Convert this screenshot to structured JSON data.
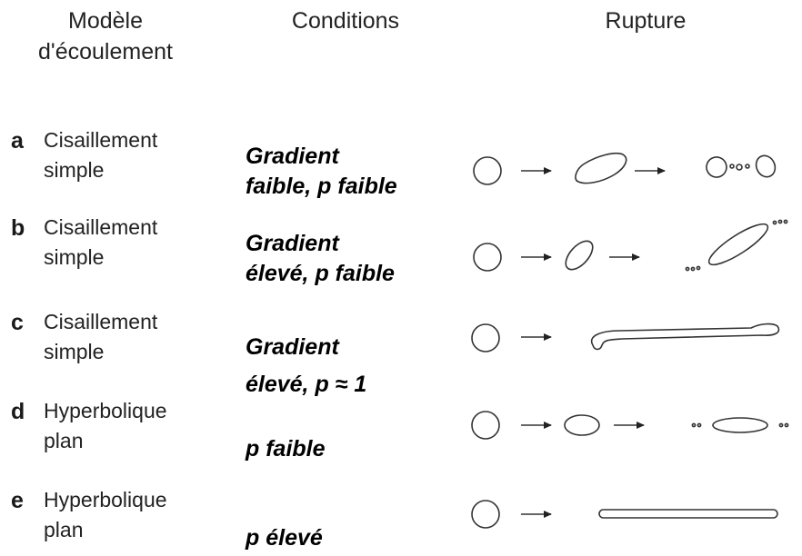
{
  "headers": {
    "model_line1": "Modèle",
    "model_line2": "d'écoulement",
    "conditions": "Conditions",
    "rupture": "Rupture"
  },
  "rows": [
    {
      "letter": "a",
      "label_line1": "Cisaillement",
      "label_line2": "simple",
      "cond_line1": "Gradient",
      "cond_line2": "faible, p faible"
    },
    {
      "letter": "b",
      "label_line1": "Cisaillement",
      "label_line2": "simple",
      "cond_line1": "Gradient",
      "cond_line2": "élevé, p faible"
    },
    {
      "letter": "c",
      "label_line1": "Cisaillement",
      "label_line2": "simple",
      "cond_line1": "Gradient",
      "cond_line2": "élevé, p ≈ 1"
    },
    {
      "letter": "d",
      "label_line1": "Hyperbolique",
      "label_line2": "plan",
      "cond_line1": "",
      "cond_line2": "p faible"
    },
    {
      "letter": "e",
      "label_line1": "Hyperbolique",
      "label_line2": "plan",
      "cond_line1": "",
      "cond_line2": "p élevé"
    }
  ]
}
